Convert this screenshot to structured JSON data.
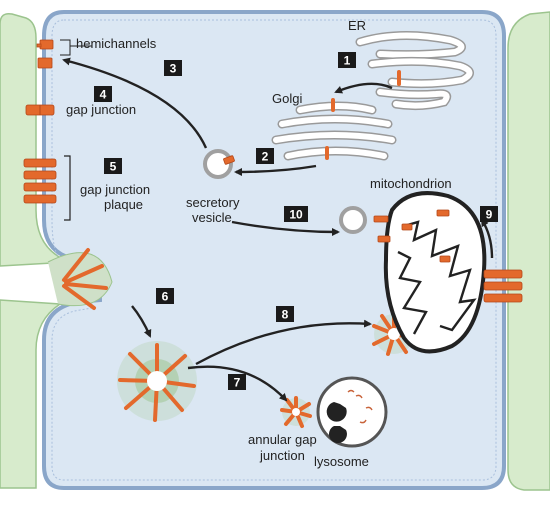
{
  "labels": {
    "er": "ER",
    "golgi": "Golgi",
    "hemichannels": "hemichannels",
    "gap_junction": "gap junction",
    "gap_junction_plaque_line1": "gap junction",
    "gap_junction_plaque_line2": "plaque",
    "secretory_vesicle_line1": "secretory",
    "secretory_vesicle_line2": "vesicle",
    "mitochondrion": "mitochondrion",
    "annular_gap_junction_line1": "annular gap",
    "annular_gap_junction_line2": "junction",
    "lysosome": "lysosome"
  },
  "steps": [
    "1",
    "2",
    "3",
    "4",
    "5",
    "6",
    "7",
    "8",
    "9",
    "10"
  ],
  "colors": {
    "connexin": "#e3692c",
    "neighbor_cell": "#d7ebcc",
    "cytoplasm": "#dbe7f3",
    "membrane": "#8aa6c9"
  }
}
